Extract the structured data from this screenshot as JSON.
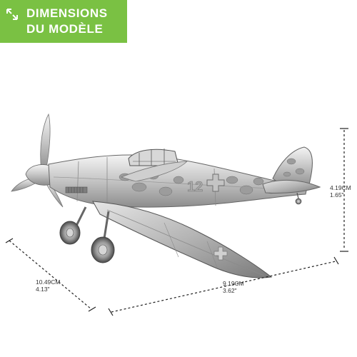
{
  "header": {
    "line1": "DIMENSIONS",
    "line2": "DU MODÈLE",
    "accent_color": "#7ac143",
    "icon": "expand-arrows-icon"
  },
  "dimensions": {
    "height": {
      "metric": "4.19CM",
      "imperial": "1.65\""
    },
    "length": {
      "metric": "9.19CM",
      "imperial": "3.62\""
    },
    "width": {
      "metric": "10.49CM",
      "imperial": "4.13\""
    }
  },
  "model": {
    "icon": "airplane-model-icon",
    "tail_number": "12"
  }
}
